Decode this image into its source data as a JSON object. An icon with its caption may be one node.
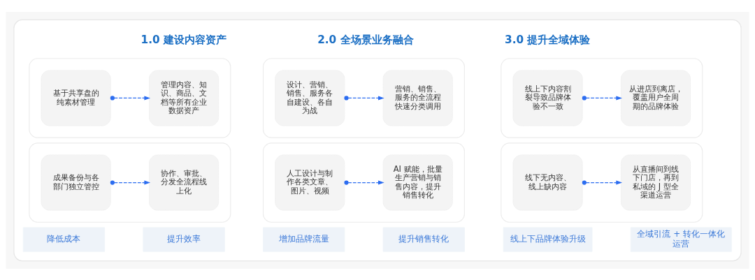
{
  "diagram": {
    "nodes": [
      {
        "text": [],
        "shape": "box"
      },
      {
        "text": [],
        "shape": "box",
        "in": 0
      },
      {
        "text": [
          "基于共享盘的纯素材管理"
        ],
        "in": 1
      },
      {
        "text": [
          "管理内容、知识、商品、文档等所有企业数据资产"
        ],
        "in": 1
      },
      {
        "text": [],
        "shape": "box",
        "in": 0
      },
      {
        "text": [
          "成果备份与各部门独立管控"
        ],
        "in": 4
      },
      {
        "text": [
          "协作、审批、分发全流程线上化"
        ],
        "in": 4
      },
      {
        "text": [
          "降低成本"
        ],
        "in": 0
      },
      {
        "text": [
          "提升效率"
        ],
        "in": 0
      },
      {
        "text": [],
        "shape": "box",
        "in": 0
      },
      {
        "text": [
          "设计、营销、销售、服务各自建设、各自为战"
        ],
        "in": 9
      },
      {
        "text": [
          "营销、销售、服务的全流程快速分类调用"
        ],
        "in": 9
      },
      {
        "text": [],
        "shape": "box",
        "in": 0
      },
      {
        "text": [
          "人工设计与制作各类文章、图片、视频"
        ],
        "in": 12
      },
      {
        "text": [
          "AI 赋能，批量生产营销与销售内容，提升销售转化"
        ],
        "in": 12
      },
      {
        "text": [
          "增加品牌流量"
        ],
        "in": 0
      },
      {
        "text": [
          "提升销售转化"
        ],
        "in": 0
      },
      {
        "text": [],
        "shape": "box",
        "in": 0
      },
      {
        "text": [
          "线上下内容割裂导致品牌体验不一致"
        ],
        "in": 17
      },
      {
        "text": [
          "从进店到离店，覆盖用户全周期的品牌体验"
        ],
        "in": 17
      },
      {
        "text": [],
        "shape": "box",
        "in": 0
      },
      {
        "text": [
          "线下无内容、线上缺内容"
        ],
        "in": 20
      },
      {
        "text": [
          "从直播间到线下门店，再到私域的 J 型全渠道运营"
        ],
        "in": 20
      },
      {
        "text": [
          "线上下品牌体验升级"
        ],
        "in": 0
      },
      {
        "text": [
          "全域引流 + 转化一体化运营"
        ],
        "in": 0
      }
    ],
    "edges": [
      {
        "from": 2,
        "to": 3,
        "arrow": "to",
        "style": "dashed"
      },
      {
        "from": 5,
        "to": 6,
        "arrow": "to",
        "style": "dashed"
      },
      {
        "from": 10,
        "to": 11,
        "arrow": "to",
        "style": "dashed"
      },
      {
        "from": 13,
        "to": 14,
        "arrow": "to",
        "style": "dashed"
      },
      {
        "from": 18,
        "to": 19,
        "arrow": "to",
        "style": "dashed"
      },
      {
        "from": 21,
        "to": 22,
        "arrow": "to",
        "style": "dashed"
      }
    ],
    "labels": [
      "1.0 建设内容资产",
      "2.0 全场景业务融合",
      "3.0 提升全域体验"
    ]
  }
}
